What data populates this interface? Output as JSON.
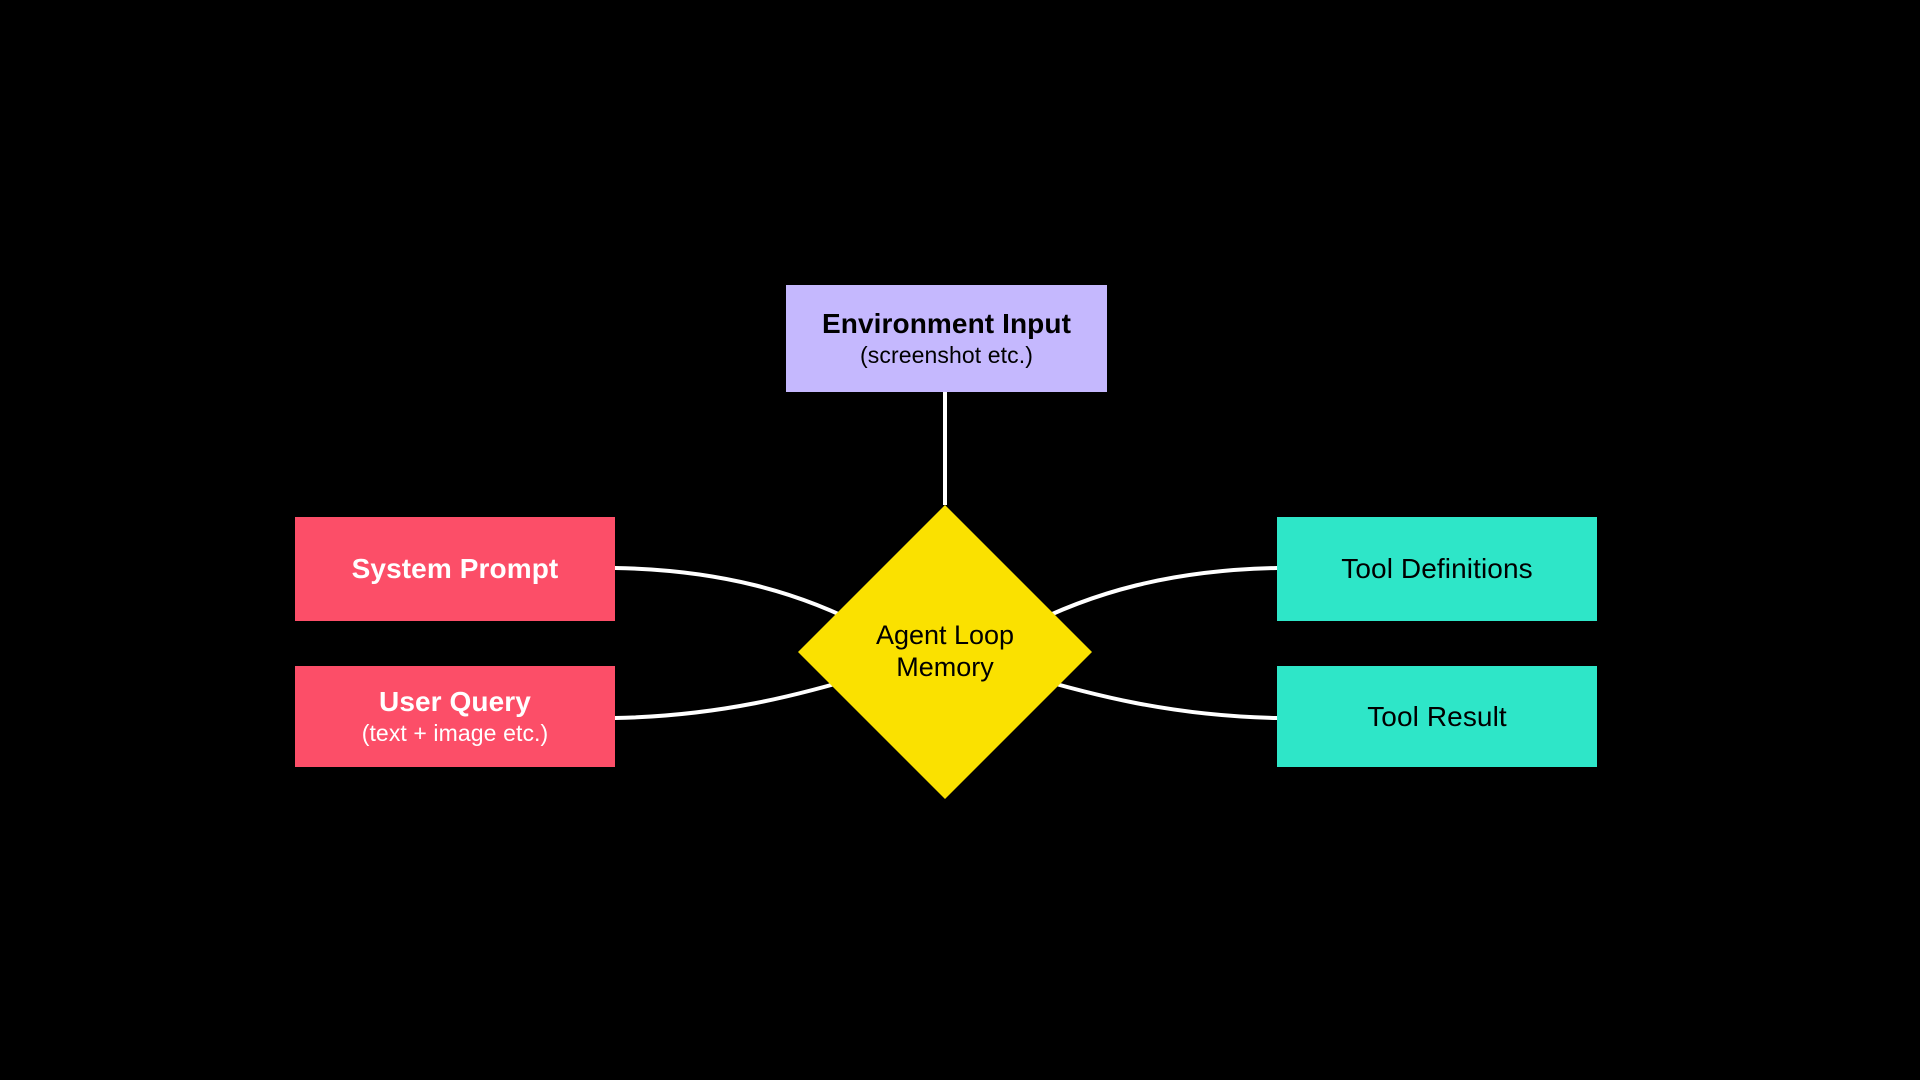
{
  "diagram": {
    "background_color": "#000000",
    "edge_color": "#ffffff",
    "title": "Agent Loop Memory",
    "nodes": {
      "environment_input": {
        "title": "Environment Input",
        "subtitle": "(screenshot etc.)",
        "color": "#c5b8fe",
        "text_color": "#000000",
        "shape": "rectangle"
      },
      "system_prompt": {
        "title": "System Prompt",
        "subtitle": "",
        "color": "#fc4e68",
        "text_color": "#ffffff",
        "shape": "rectangle"
      },
      "user_query": {
        "title": "User Query",
        "subtitle": "(text + image etc.)",
        "color": "#fc4e68",
        "text_color": "#ffffff",
        "shape": "rectangle"
      },
      "agent_loop_memory": {
        "line1": "Agent Loop",
        "line2": "Memory",
        "color": "#fae100",
        "text_color": "#000000",
        "shape": "diamond"
      },
      "tool_definitions": {
        "title": "Tool Definitions",
        "subtitle": "",
        "color": "#2ee6c8",
        "text_color": "#000000",
        "shape": "rectangle"
      },
      "tool_result": {
        "title": "Tool Result",
        "subtitle": "",
        "color": "#2ee6c8",
        "text_color": "#000000",
        "shape": "rectangle"
      }
    },
    "edges": [
      {
        "from": "environment_input",
        "to": "agent_loop_memory",
        "style": "straight"
      },
      {
        "from": "system_prompt",
        "to": "agent_loop_memory",
        "style": "curve"
      },
      {
        "from": "user_query",
        "to": "agent_loop_memory",
        "style": "curve"
      },
      {
        "from": "agent_loop_memory",
        "to": "tool_definitions",
        "style": "curve"
      },
      {
        "from": "agent_loop_memory",
        "to": "tool_result",
        "style": "curve"
      }
    ]
  }
}
